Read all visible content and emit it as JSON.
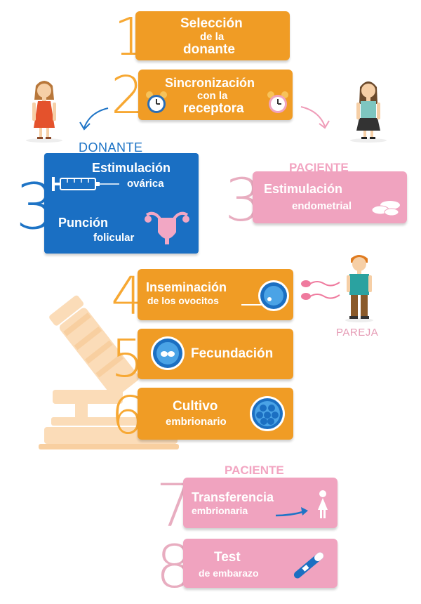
{
  "steps": {
    "s1": {
      "num": "1",
      "line1": "Selección",
      "line2": "de la",
      "line3": "donante"
    },
    "s2": {
      "num": "2",
      "line1": "Sincronización",
      "line2": "con la",
      "line3": "receptora"
    },
    "s3d": {
      "num": "3",
      "a1": "Estimulación",
      "a2": "ovárica",
      "b1": "Punción",
      "b2": "folicular"
    },
    "s3p": {
      "num": "3",
      "line1": "Estimulación",
      "line2": "endometrial"
    },
    "s4": {
      "num": "4",
      "line1": "Inseminación",
      "line2": "de los ovocitos"
    },
    "s5": {
      "num": "5",
      "line1": "Fecundación"
    },
    "s6": {
      "num": "6",
      "line1": "Cultivo",
      "line2": "embrionario"
    },
    "s7": {
      "num": "7",
      "line1": "Transferencia",
      "line2": "embrionaria"
    },
    "s8": {
      "num": "8",
      "line1": "Test",
      "line2": "de embarazo"
    }
  },
  "labels": {
    "donante": "DONANTE",
    "paciente_top": "PACIENTE",
    "pareja": "PAREJA",
    "paciente_bottom": "PACIENTE"
  },
  "colors": {
    "orange": "#f09c25",
    "pink": "#f0a3bf",
    "blue": "#1a6fc3",
    "number_orange": "#f7a833",
    "number_pink": "#e8adc0",
    "number_blue": "#1e74c6"
  },
  "icons": [
    "alarm-clock-icon",
    "syringe-icon",
    "uterus-icon",
    "pills-icon",
    "egg-cell-icon",
    "fertilized-egg-icon",
    "embryo-icon",
    "woman-symbol-icon",
    "pregnancy-test-icon",
    "sperm-icon",
    "microscope-icon",
    "donor-woman-icon",
    "patient-woman-icon",
    "partner-man-icon"
  ]
}
